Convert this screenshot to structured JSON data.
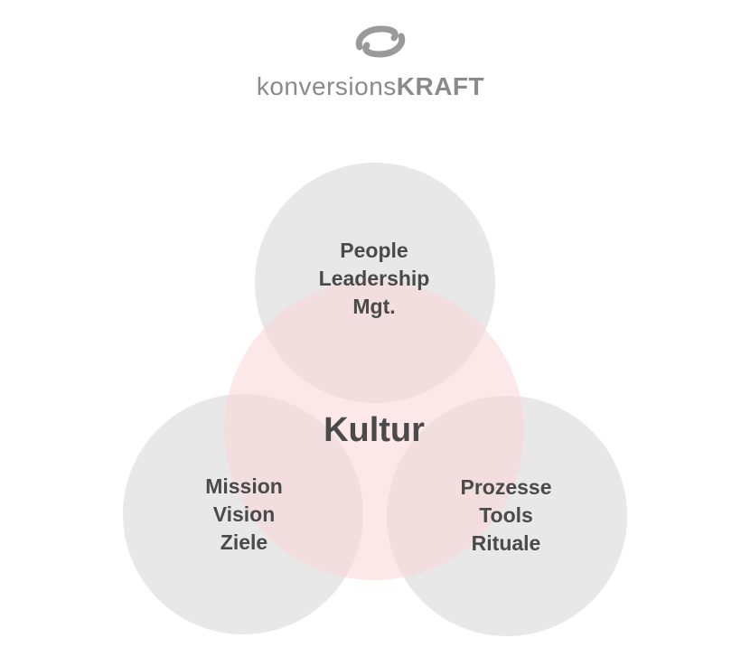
{
  "logo": {
    "text_light": "konversions",
    "text_bold": "KRAFT",
    "mark_icon": "konversionskraft-logo-mark-icon",
    "color": "#8a8a8a"
  },
  "venn": {
    "center": {
      "label": "Kultur",
      "color": "#fad6d6"
    },
    "top": {
      "lines": [
        "People",
        "Leadership",
        "Mgt."
      ],
      "color": "#e0e0e0"
    },
    "left": {
      "lines": [
        "Mission",
        "Vision",
        "Ziele"
      ],
      "color": "#e0e0e0"
    },
    "right": {
      "lines": [
        "Prozesse",
        "Tools",
        "Rituale"
      ],
      "color": "#e0e0e0"
    },
    "text_color": "#4a4a4a"
  }
}
